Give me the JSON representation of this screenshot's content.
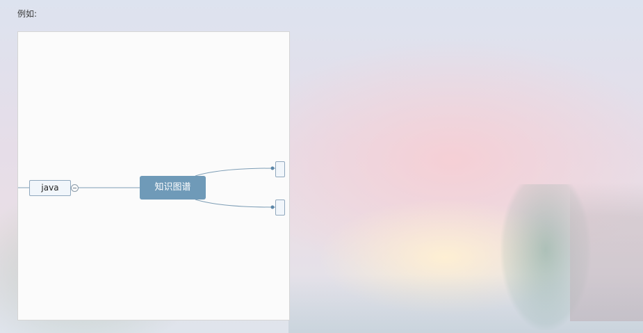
{
  "caption": "例如:",
  "mindmap": {
    "root": {
      "label": "知识图谱"
    },
    "parent": {
      "label": "java",
      "collapse_icon": "minus-circle-icon"
    },
    "children": [
      {
        "label": ""
      },
      {
        "label": ""
      }
    ],
    "colors": {
      "root_fill": "#6f9ab8",
      "node_border": "#8fa7bd",
      "connector": "#7d9db5"
    }
  }
}
